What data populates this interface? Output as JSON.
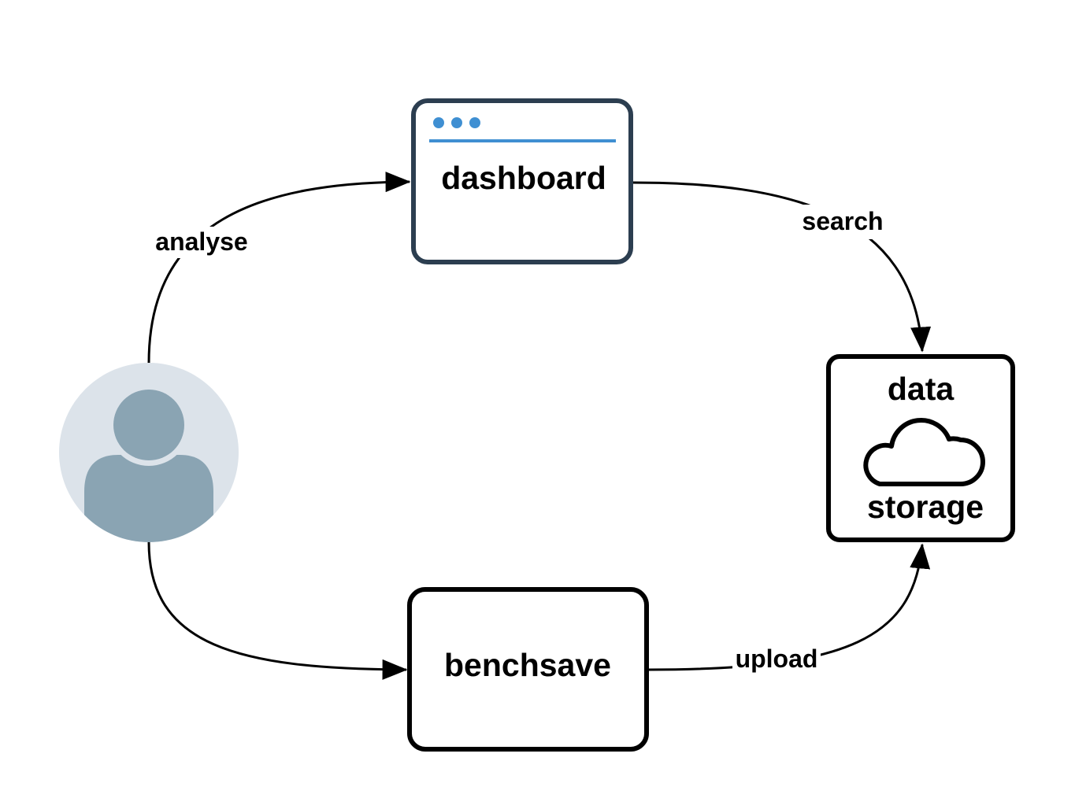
{
  "colors": {
    "line": "#000000",
    "dashboard_border": "#2c3e50",
    "dashboard_accent": "#3f8fd2",
    "user_background": "#dce3ea",
    "user_figure": "#8aa4b3"
  },
  "nodes": {
    "user": {
      "icon": "user-avatar-icon"
    },
    "dashboard": {
      "label": "dashboard",
      "icon": "browser-window-icon"
    },
    "benchsave": {
      "label": "benchsave"
    },
    "storage": {
      "label_top": "data",
      "label_bottom": "storage",
      "icon": "cloud-icon"
    }
  },
  "edges": [
    {
      "from": "user",
      "to": "dashboard",
      "label": "analyse"
    },
    {
      "from": "dashboard",
      "to": "storage",
      "label": "search"
    },
    {
      "from": "user",
      "to": "benchsave",
      "label": ""
    },
    {
      "from": "benchsave",
      "to": "storage",
      "label": "upload"
    }
  ]
}
